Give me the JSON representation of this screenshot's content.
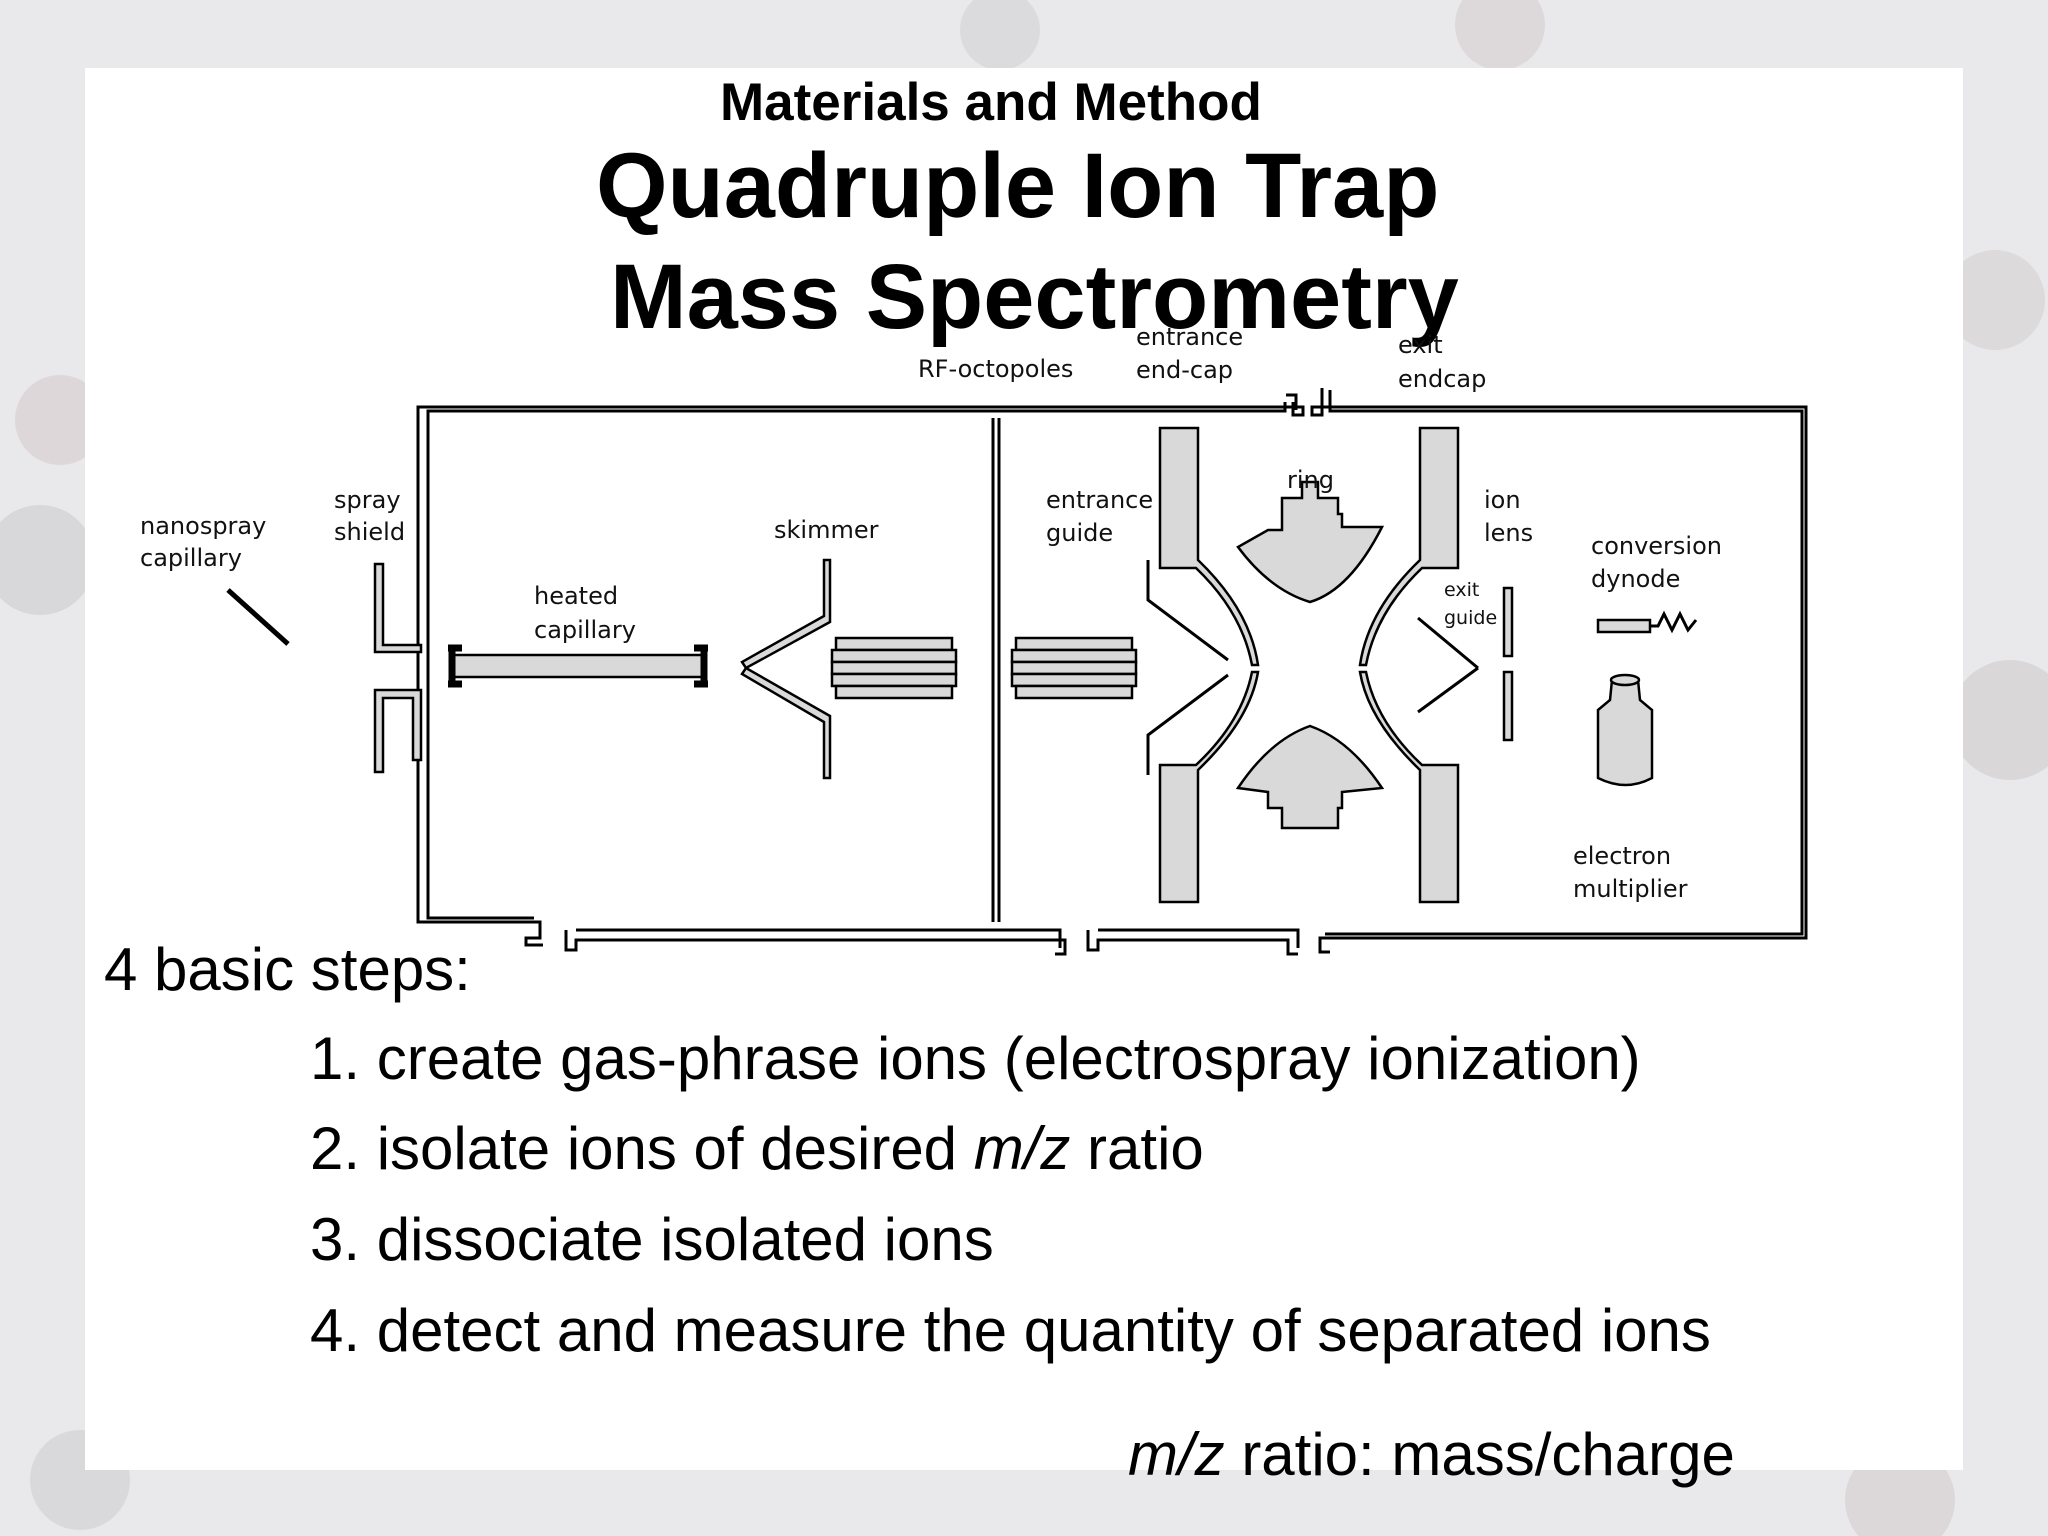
{
  "slide": {
    "subtitle": "Materials and Method",
    "title_line1": "Quadruple Ion Trap",
    "title_line2": "Mass Spectrometry"
  },
  "diagram": {
    "labels": {
      "nanospray_1": "nanospray",
      "nanospray_2": "capillary",
      "spray_1": "spray",
      "spray_2": "shield",
      "heated_1": "heated",
      "heated_2": "capillary",
      "skimmer": "skimmer",
      "rf_octopoles": "RF-octopoles",
      "entrance_endcap_1": "entrance",
      "entrance_endcap_2": "end-cap",
      "exit_endcap_1": "exit",
      "exit_endcap_2": "endcap",
      "entrance_guide_1": "entrance",
      "entrance_guide_2": "guide",
      "ring": "ring",
      "ion_lens_1": "ion",
      "ion_lens_2": "lens",
      "exit_guide_1": "exit",
      "exit_guide_2": "guide",
      "conversion_1": "conversion",
      "conversion_2": "dynode",
      "electron_1": "electron",
      "electron_2": "multiplier"
    }
  },
  "steps": {
    "heading": "4 basic steps:",
    "step1": "1. create gas-phrase ions (electrospray ionization)",
    "step2_prefix": "2. isolate ions of desired ",
    "step2_italic": "m/z",
    "step2_suffix": " ratio",
    "step3": "3. dissociate isolated ions",
    "step4": "4. detect and measure the quantity of separated ions"
  },
  "note": {
    "italic": "m/z",
    "text": " ratio: mass/charge"
  },
  "colors": {
    "background": "#e9e9ec",
    "slide": "#ffffff",
    "part_fill": "#d9d9d9",
    "text": "#000000"
  }
}
